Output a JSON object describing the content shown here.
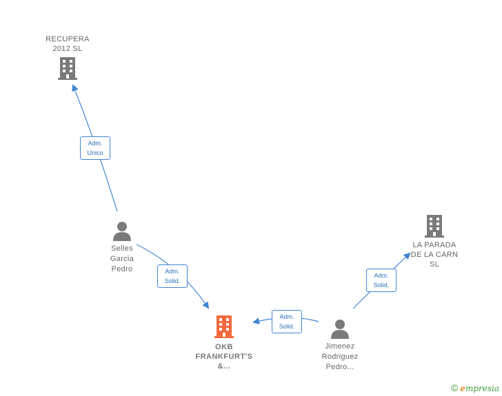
{
  "nodes": {
    "recupera": {
      "name": "RECUPERA\n2012 SL",
      "type": "company"
    },
    "la_parada": {
      "name": "LA PARADA\nDE LA CARN\nSL",
      "type": "company"
    },
    "okb": {
      "name": "OKB\nFRANKFURT'S\n&...",
      "type": "company-main"
    },
    "selles": {
      "name": "Selles\nGarcia\nPedro",
      "type": "person"
    },
    "jimenez": {
      "name": "Jimenez\nRodriguez\nPedro...",
      "type": "person"
    }
  },
  "edges": {
    "selles_recupera": {
      "label": "Adm.\nUnico"
    },
    "selles_okb": {
      "label": "Adm.\nSolid."
    },
    "jimenez_okb": {
      "label": "Adm.\nSolid."
    },
    "jimenez_la_parada": {
      "label": "Adm.\nSolid."
    }
  },
  "colors": {
    "edge": "#3f86d4",
    "company_icon": "#7a7a7a",
    "main_icon": "#f26a3d",
    "person_icon": "#7a7a7a"
  },
  "footer": {
    "copyright_symbol": "©",
    "brand_initial": "e",
    "brand_rest": "mpresia"
  }
}
